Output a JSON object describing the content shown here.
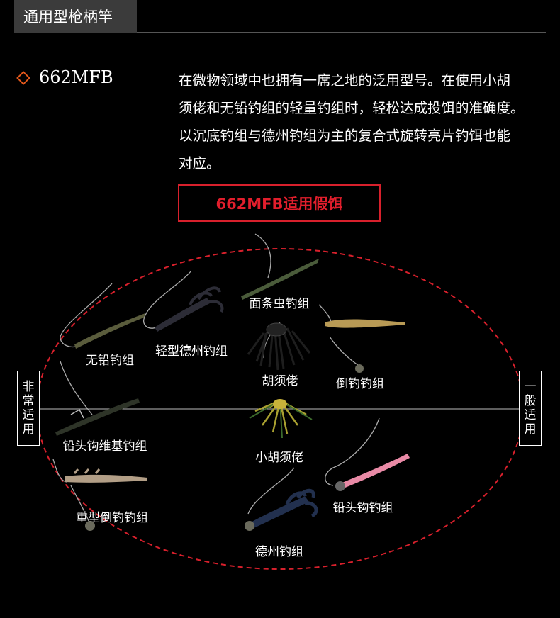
{
  "header": {
    "title": "通用型枪柄竿"
  },
  "model": {
    "name": "662MFB",
    "description_lines": [
      "在微物领域中也拥有一席之地的泛用型号。在使用小胡",
      "须佬和无铅钓组的轻量钓组时，轻松达成投饵的准确度。",
      "以沉底钓组与德州钓组为主的复合式旋转亮片钓饵也能",
      "对应。"
    ]
  },
  "section": {
    "title": "662MFB适用假饵"
  },
  "axis": {
    "left_chars": [
      "非",
      "常",
      "适",
      "用"
    ],
    "right_chars": [
      "一",
      "般",
      "适",
      "用"
    ]
  },
  "lures": [
    {
      "key": "mianchao",
      "label": "面条虫钓组"
    },
    {
      "key": "noweight",
      "label": "无铅钓组"
    },
    {
      "key": "lighttexas",
      "label": "轻型德州钓组"
    },
    {
      "key": "jig",
      "label": "胡须佬"
    },
    {
      "key": "dropshot",
      "label": "倒钓钓组"
    },
    {
      "key": "jighead-neko",
      "label": "铅头钩维基钓组"
    },
    {
      "key": "smalljig",
      "label": "小胡须佬"
    },
    {
      "key": "heavydropshot",
      "label": "重型倒钓钓组"
    },
    {
      "key": "jighead",
      "label": "铅头钩钓组"
    },
    {
      "key": "texas",
      "label": "德州钓组"
    }
  ],
  "colors": {
    "accent_red": "#d8202c",
    "diamond_orange": "#e0561a",
    "tab_bg": "#3b3b3b"
  }
}
